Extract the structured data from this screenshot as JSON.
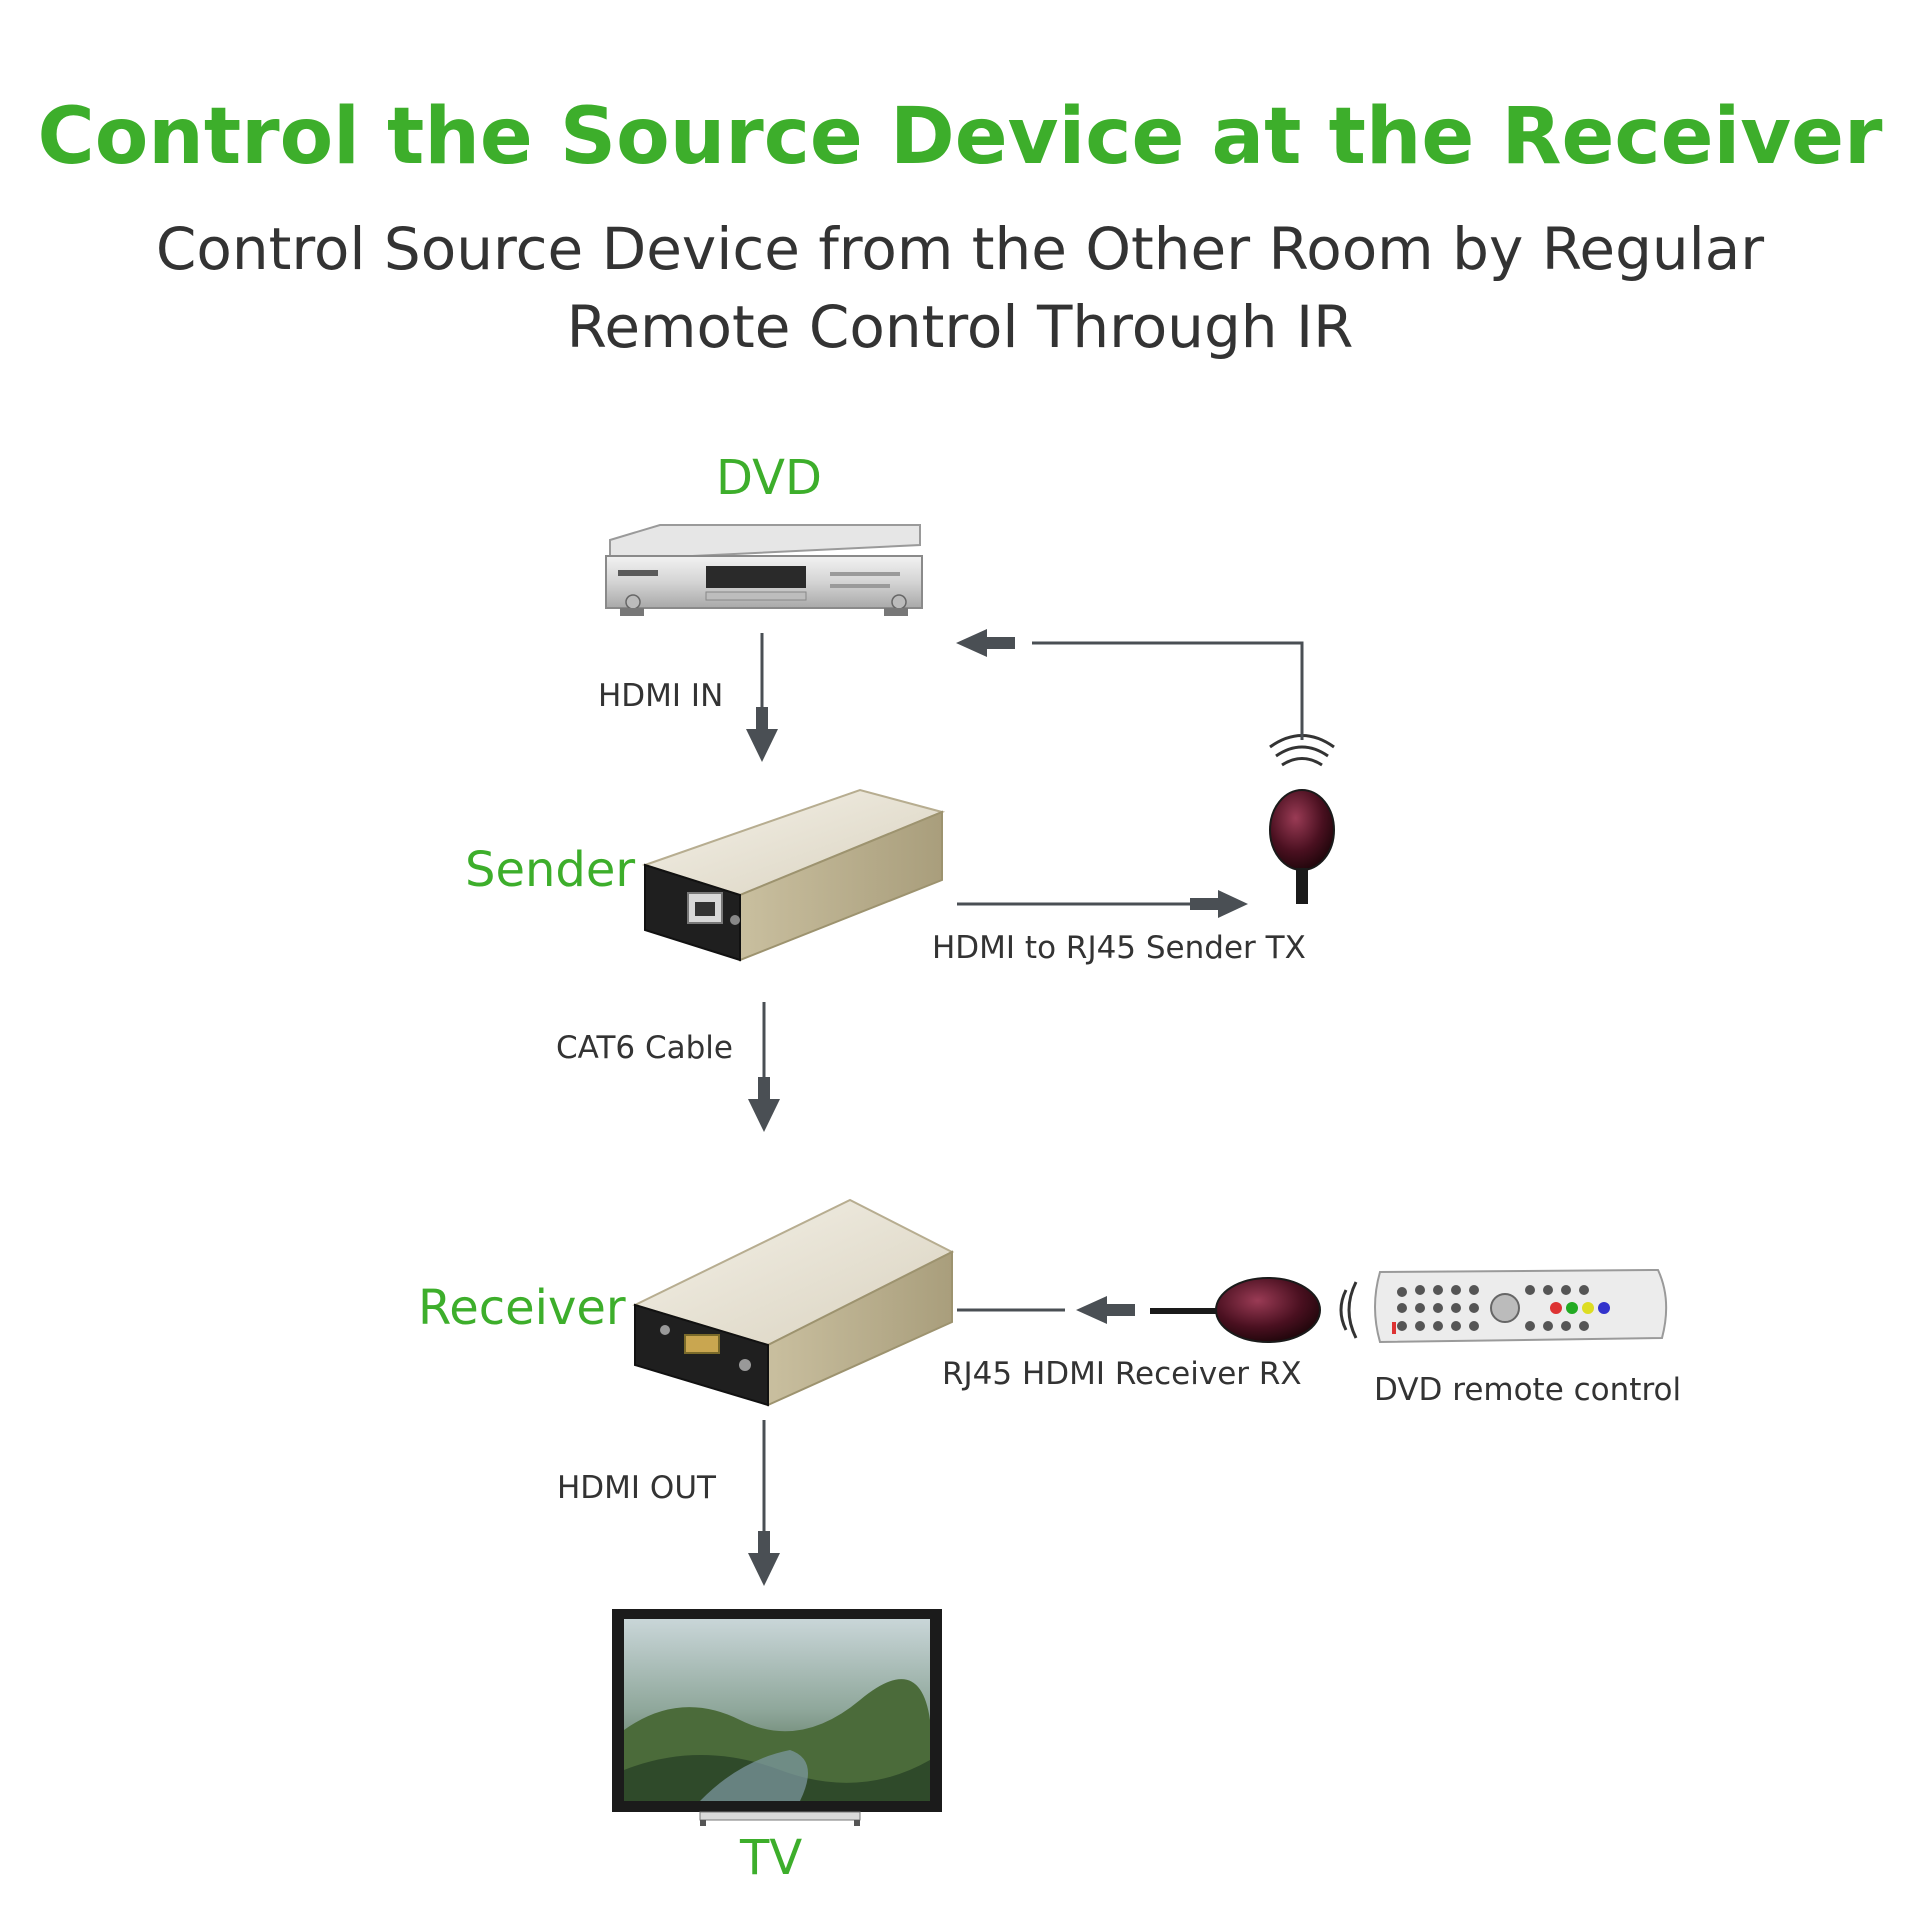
{
  "header": {
    "title": "Control the Source Device at the Receiver",
    "subtitle": "Control Source Device from the Other Room by Regular Remote Control Through IR"
  },
  "nodes": {
    "dvd": "DVD",
    "sender": "Sender",
    "receiver": "Receiver",
    "tv": "TV"
  },
  "edges": {
    "hdmi_in": "HDMI IN",
    "cat6": "CAT6 Cable",
    "hdmi_out": "HDMI OUT",
    "sender_tx": "HDMI to RJ45 Sender TX",
    "receiver_rx": "RJ45 HDMI Receiver RX",
    "remote": "DVD remote control"
  },
  "colors": {
    "accent": "#3dae2b",
    "text": "#333333",
    "arrow": "#4a4f54"
  }
}
